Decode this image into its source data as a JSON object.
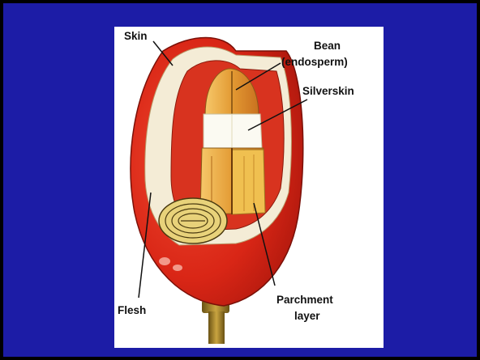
{
  "colors": {
    "background": "#1c1ca6",
    "panel": "#ffffff",
    "skin_red": "#dd2a1a",
    "flesh": "#f2ead2",
    "bean": "#e5a33a",
    "parchment": "#f0c050",
    "silverskin": "#fbfaf2",
    "stem": "#a88a2a"
  },
  "labels": {
    "skin": "Skin",
    "bean_line1": "Bean",
    "bean_line2": "(endosperm)",
    "silverskin": "Silverskin",
    "flesh": "Flesh",
    "parchment_line1": "Parchment",
    "parchment_line2": "layer"
  }
}
